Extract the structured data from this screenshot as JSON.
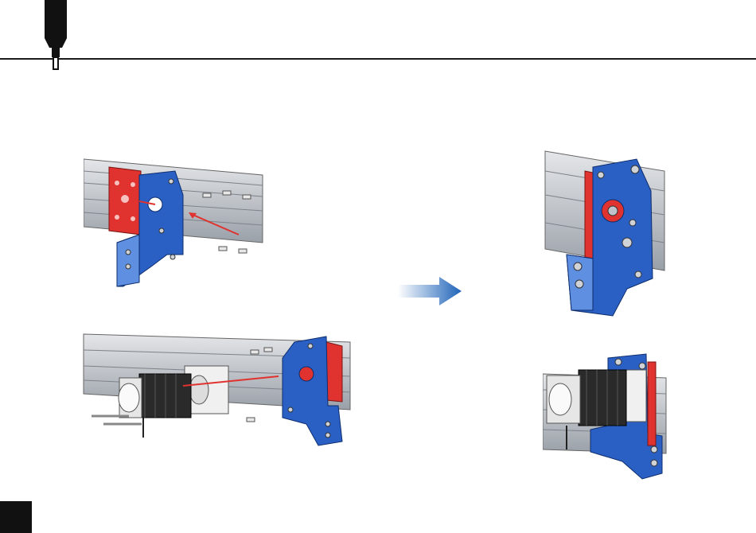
{
  "colors": {
    "rail": "#c9ccd1",
    "rail_dark": "#7d838b",
    "plate_blue": "#2a5fc4",
    "plate_red": "#e0322e",
    "arrow_blue": "#1e63b8",
    "motor": "#2a2a2a",
    "rule": "#1a1a1a"
  },
  "icons": {
    "header": "router-bit-icon",
    "direction": "right-arrow-icon"
  },
  "figures": [
    {
      "name": "plate-exploded-view"
    },
    {
      "name": "plate-assembled-view"
    },
    {
      "name": "motor-exploded-view"
    },
    {
      "name": "motor-assembled-view"
    }
  ]
}
